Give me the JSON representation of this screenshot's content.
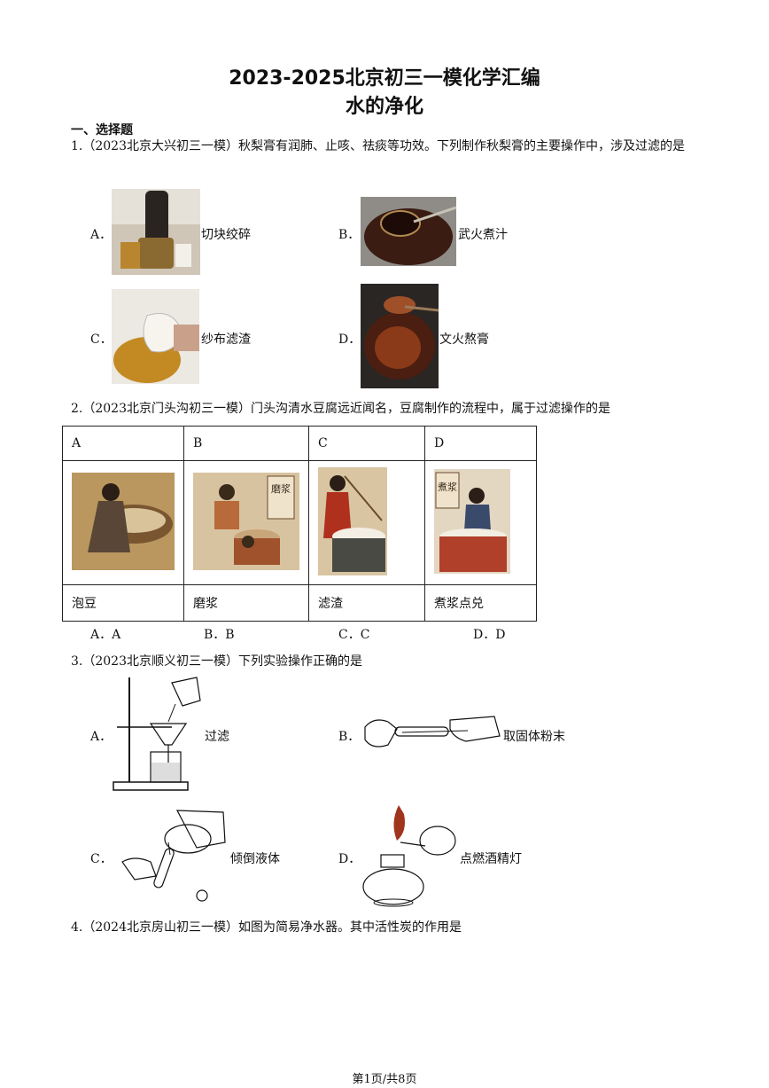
{
  "header": {
    "title": "2023-2025北京初三一模化学汇编",
    "subtitle": "水的净化"
  },
  "section_title": "一、选择题",
  "q1": {
    "text": "1.（2023北京大兴初三一模）秋梨膏有润肺、止咳、祛痰等功效。下列制作秋梨膏的主要操作中，涉及过滤的是",
    "options": [
      {
        "letter": "A．",
        "label": "切块绞碎"
      },
      {
        "letter": "B．",
        "label": "武火煮汁"
      },
      {
        "letter": "C．",
        "label": "纱布滤渣"
      },
      {
        "letter": "D．",
        "label": "文火熬膏"
      }
    ]
  },
  "q2": {
    "text": "2.（2023北京门头沟初三一模）门头沟清水豆腐远近闻名，豆腐制作的流程中，属于过滤操作的是",
    "headers": [
      "A",
      "B",
      "C",
      "D"
    ],
    "captions": [
      "泡豆",
      "磨浆",
      "滤渣",
      "煮浆点兑"
    ],
    "pic_text_b": "磨浆",
    "pic_text_d": "煮浆",
    "answers": [
      "A．A",
      "B．B",
      "C．C",
      "D．D"
    ]
  },
  "q3": {
    "text": "3.（2023北京顺义初三一模）下列实验操作正确的是",
    "options": [
      {
        "letter": "A．",
        "label": "过滤"
      },
      {
        "letter": "B．",
        "label": "取固体粉末"
      },
      {
        "letter": "C．",
        "label": "倾倒液体"
      },
      {
        "letter": "D．",
        "label": "点燃酒精灯"
      }
    ]
  },
  "q4": {
    "text": "4.（2024北京房山初三一模）如图为简易净水器。其中活性炭的作用是"
  },
  "footer": "第1页/共8页"
}
